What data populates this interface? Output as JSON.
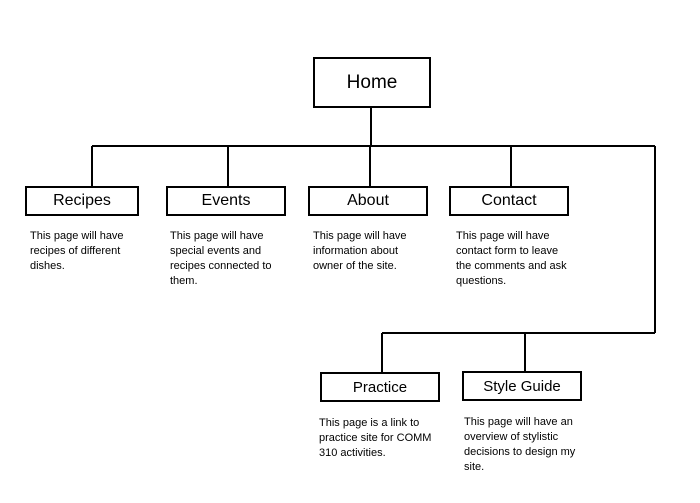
{
  "nodes": {
    "home": {
      "label": "Home"
    },
    "recipes": {
      "label": "Recipes",
      "description": "This page will have recipes of different dishes."
    },
    "events": {
      "label": "Events",
      "description": "This page will have special events and recipes connected to them."
    },
    "about": {
      "label": "About",
      "description": "This page will have information about owner of the site."
    },
    "contact": {
      "label": "Contact",
      "description": "This page will have contact form to leave the comments and ask questions."
    },
    "practice": {
      "label": "Practice",
      "description": "This page is a link to practice site for COMM 310 activities."
    },
    "style_guide": {
      "label": "Style Guide",
      "description": "This page will have an overview of stylistic decisions to design my site."
    }
  },
  "colors": {
    "line": "#000000",
    "background": "#ffffff"
  }
}
